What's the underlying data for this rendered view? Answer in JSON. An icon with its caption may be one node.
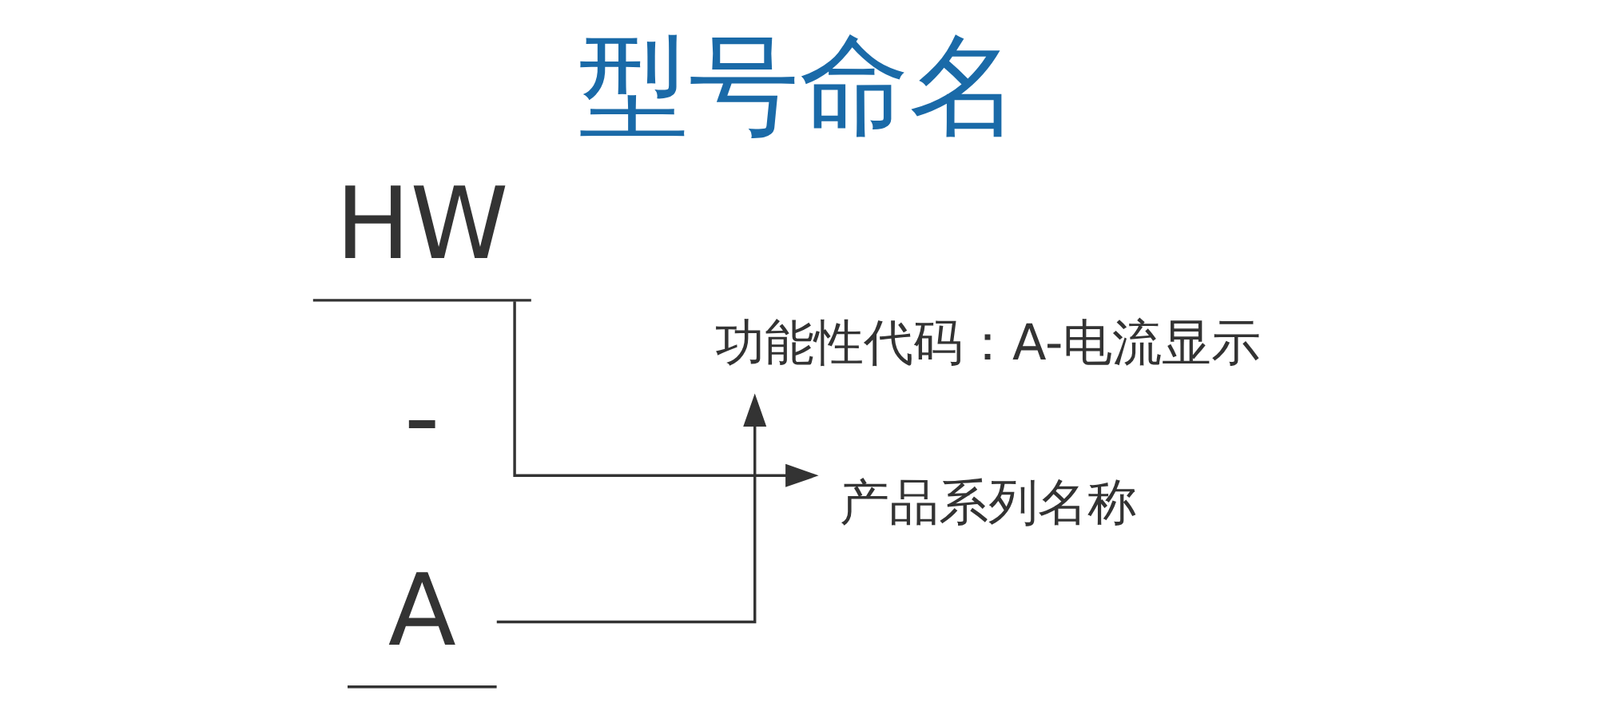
{
  "diagram": {
    "title": "型号命名",
    "nodes": [
      {
        "text": [
          "HW"
        ]
      },
      {
        "text": [
          "A"
        ]
      },
      {
        "text": [
          "功能性代码：A-电流显示"
        ]
      },
      {
        "text": [
          "产品系列名称"
        ]
      }
    ],
    "edges": [
      {
        "from": 1,
        "to": 2,
        "arrow": "to"
      },
      {
        "from": 0,
        "to": 3,
        "arrow": "to"
      }
    ],
    "labels": [
      "-"
    ]
  }
}
